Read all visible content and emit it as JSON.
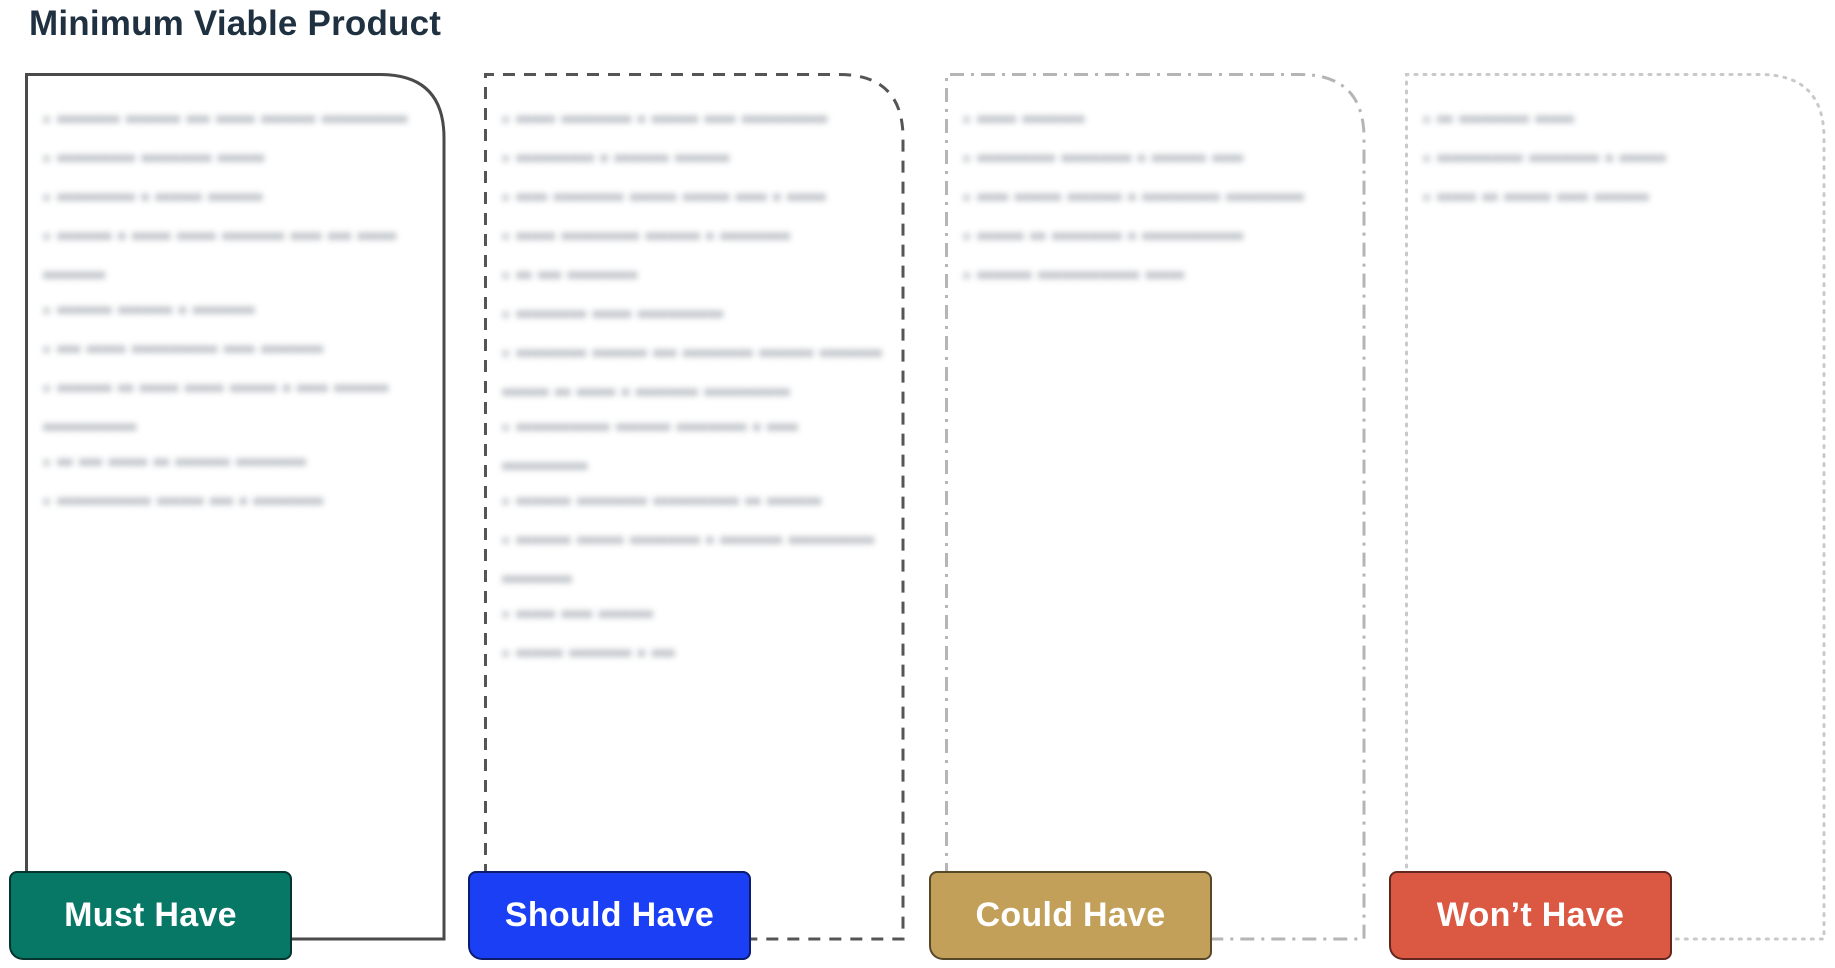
{
  "title": "Minimum Viable Product",
  "columns": [
    {
      "id": "must",
      "label": "Must Have",
      "color": "#077766",
      "border_style": "solid"
    },
    {
      "id": "should",
      "label": "Should Have",
      "color": "#1a3ff5",
      "border_style": "dashed"
    },
    {
      "id": "could",
      "label": "Could Have",
      "color": "#c2a05a",
      "border_style": "dash-dot"
    },
    {
      "id": "wont",
      "label": "Won’t Have",
      "color": "#db5842",
      "border_style": "dotted"
    }
  ]
}
